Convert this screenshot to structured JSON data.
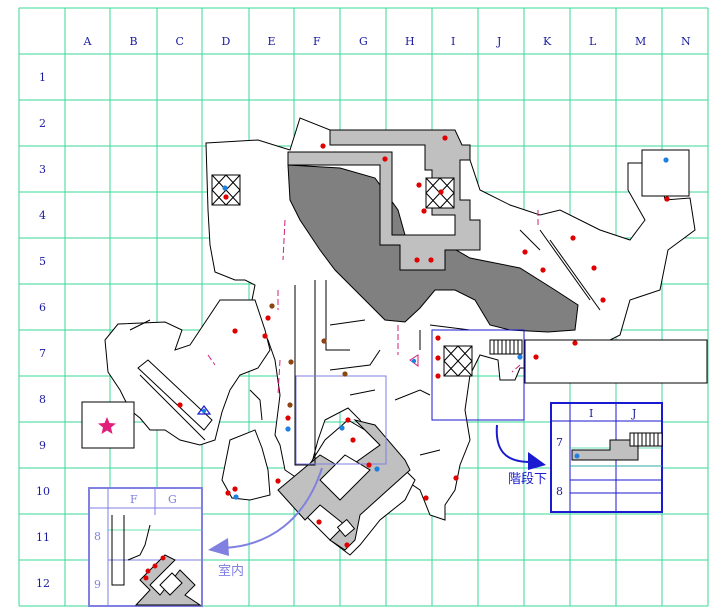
{
  "grid": {
    "columns": [
      "A",
      "B",
      "C",
      "D",
      "E",
      "F",
      "G",
      "H",
      "I",
      "J",
      "K",
      "L",
      "M",
      "N"
    ],
    "rows": [
      "1",
      "2",
      "3",
      "4",
      "5",
      "6",
      "7",
      "8",
      "9",
      "10",
      "11",
      "12"
    ],
    "line_color": "#3ad89a",
    "label_color": "#1a1aa0"
  },
  "colors": {
    "floor_fill": "#ffffff",
    "wall": "#000000",
    "corridor": "#c0c0c0",
    "raised_area": "#808080",
    "item_red": "#e00000",
    "item_blue": "#2080e0",
    "item_brown": "#8b4513",
    "star": "#e0207a",
    "door_dash": "#d0207a"
  },
  "markers": {
    "star": "star-icon",
    "triangle": "triangle-icon"
  },
  "inset_downstairs": {
    "label": "階段下",
    "columns": [
      "I",
      "J"
    ],
    "rows": [
      "7",
      "8"
    ],
    "border_color": "#1a1ad0"
  },
  "inset_indoor": {
    "label": "室内",
    "columns": [
      "F",
      "G"
    ],
    "rows": [
      "8",
      "9"
    ],
    "border_color": "#8080e0"
  }
}
